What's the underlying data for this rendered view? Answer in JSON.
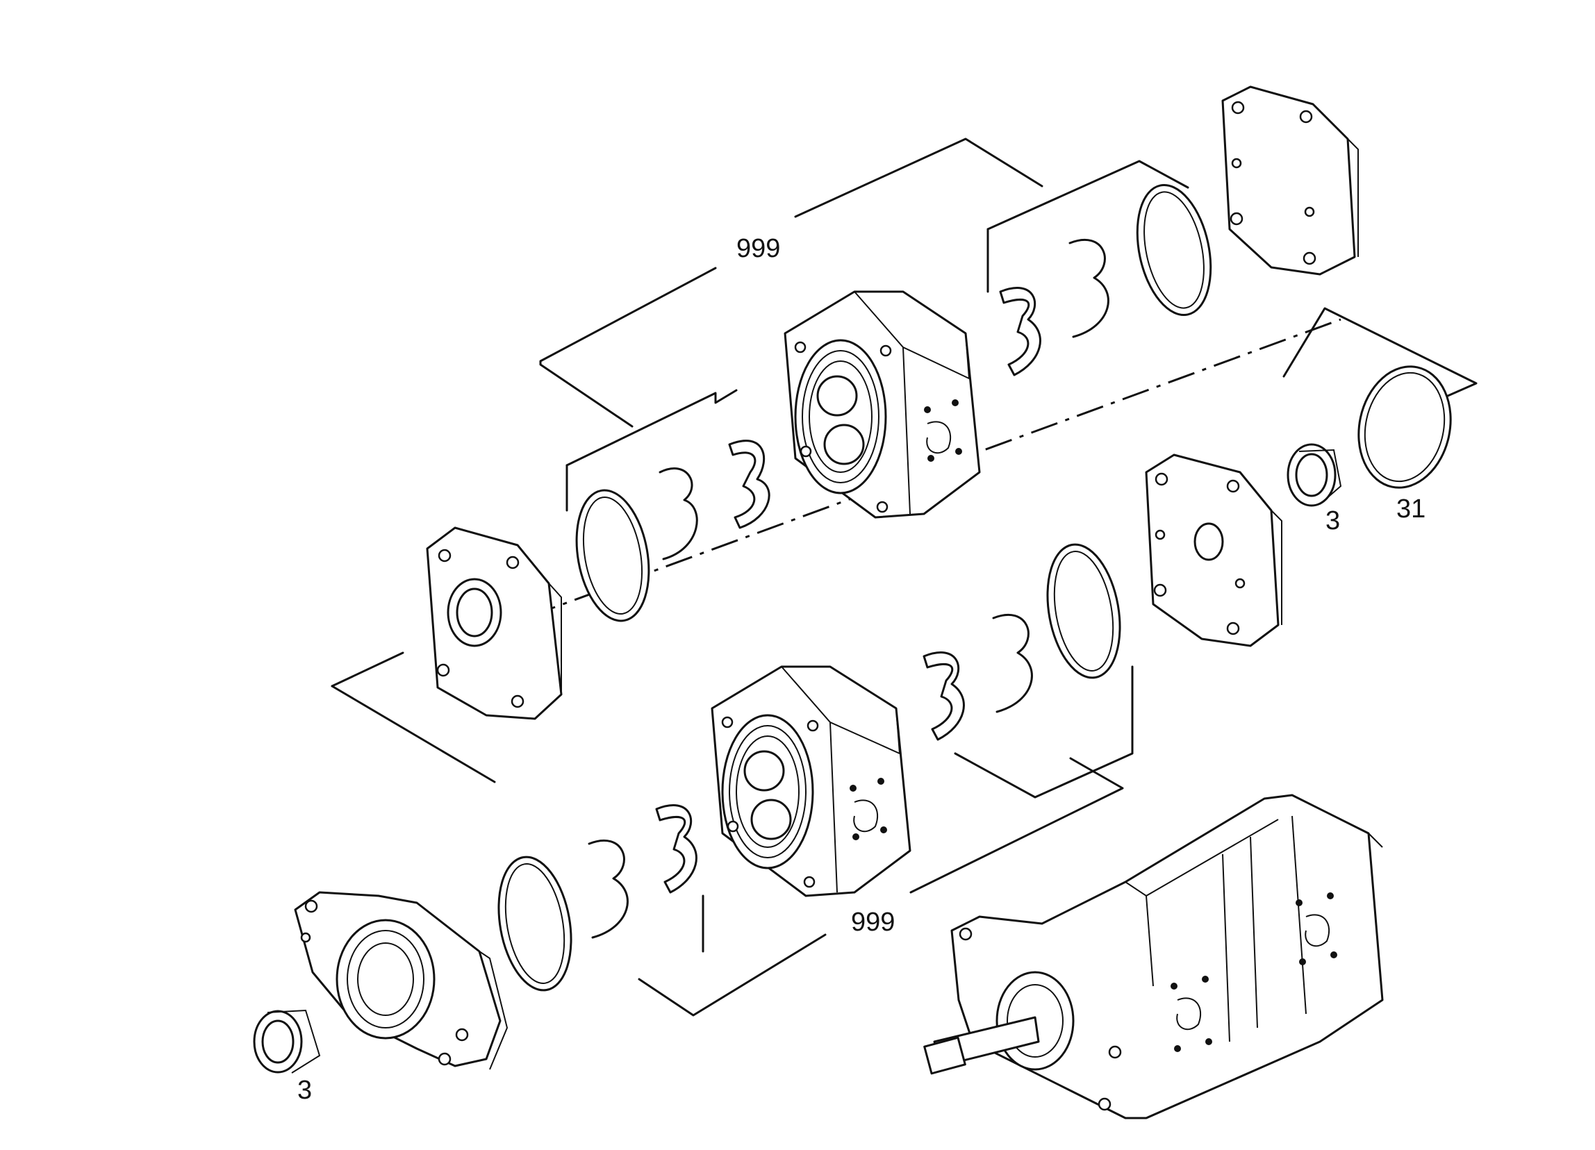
{
  "labels": {
    "group_upper": "999",
    "group_lower": "999",
    "bearing_right": "3",
    "seal_ring_right": "31",
    "bearing_left": "3"
  }
}
